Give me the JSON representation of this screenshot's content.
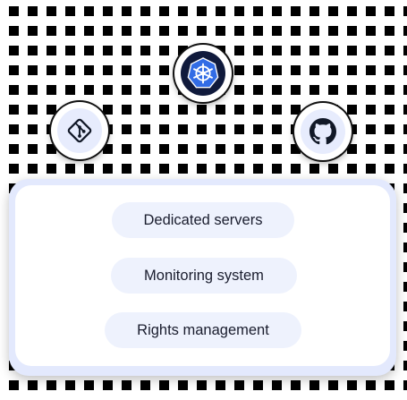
{
  "icons": {
    "kubernetes": "kubernetes-icon",
    "git": "git-icon",
    "github": "github-icon"
  },
  "features": [
    {
      "label": "Dedicated servers"
    },
    {
      "label": "Monitoring system"
    },
    {
      "label": "Rights management"
    }
  ],
  "colors": {
    "card_border": "#e3e9fd",
    "pill_background": "#eef2fd",
    "kubernetes_badge": "#101a3c",
    "kubernetes_blue": "#326ce5",
    "icon_dark": "#111827"
  }
}
